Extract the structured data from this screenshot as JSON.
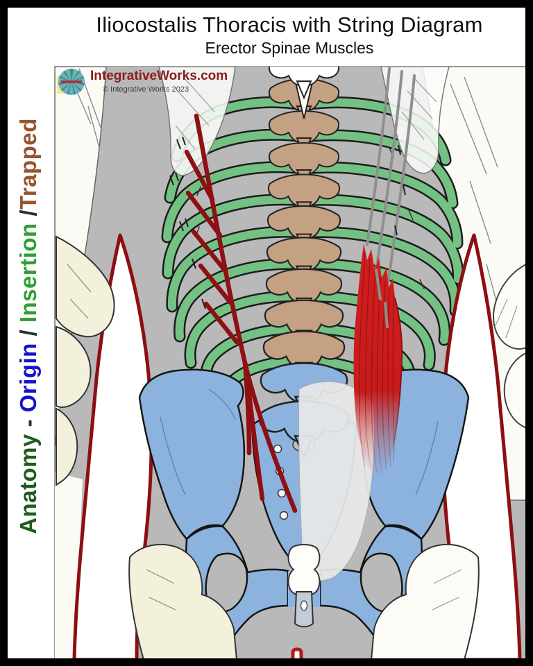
{
  "header": {
    "title": "Iliocostalis Thoracis with String Diagram",
    "subtitle": "Erector Spinae Muscles"
  },
  "branding": {
    "site_name": "IntegrativeWorks.com",
    "copyright": "© Integrative Works 2023",
    "logo_icon": "integrative-works-globe-logo"
  },
  "side_label": {
    "full_text": "Anatomy - Origin / Insertion /Trapped",
    "segments": [
      {
        "text": "Anatomy",
        "color": "#1e5c1e"
      },
      {
        "text": " - ",
        "color": "#223333"
      },
      {
        "text": "Origin",
        "color": "#1515c8"
      },
      {
        "text": " / ",
        "color": "#223333"
      },
      {
        "text": "Insertion",
        "color": "#2f9e33"
      },
      {
        "text": " /",
        "color": "#223333"
      },
      {
        "text": "Trapped",
        "color": "#96552e"
      }
    ]
  },
  "illustration": {
    "subject": "posterior-torso-skeleton",
    "muscle_shown": "iliocostalis-thoracis",
    "colors": {
      "rib_highlight_green": "#74c283",
      "vertebrae_tan": "#c4a183",
      "pelvis_blue": "#8cb3de",
      "muscle_red": "#d21e1e",
      "string_dark_red": "#8e1014",
      "waist_contour_red": "#8c0f12",
      "body_gray": "#b9b9b9",
      "bone_cream": "#f3f0dc",
      "bone_white": "#fcfbf6",
      "strap_gray": "#8f8f8f",
      "aponeurosis_light": "#e9e9e9"
    }
  }
}
